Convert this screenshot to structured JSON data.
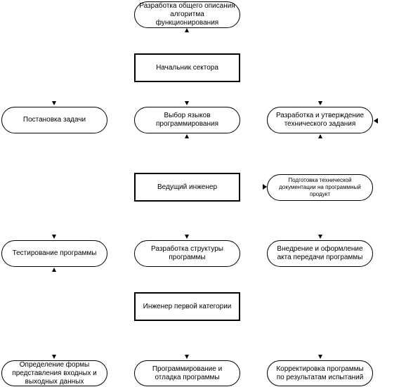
{
  "nodes": {
    "algo": "Разработка общего описания алгоритма функционирования",
    "sector_head": "Начальник сектора",
    "task": "Постановка задачи",
    "languages": "Выбор языков программирования",
    "tech_spec": "Разработка и утверждение технического задания",
    "lead_engineer": "Ведущий инженер",
    "docs": "Подготовка технической документации на программный продукт",
    "testing": "Тестирование программы",
    "structure": "Разработка структуры программы",
    "deploy": "Внедрение и оформление акта передачи программы",
    "first_cat_engineer": "Инженер первой категории",
    "io_form": "Определение формы представления входных и выходных данных",
    "coding": "Программирование и отладка программы",
    "correction": "Корректировка программы по результатам испытаний"
  }
}
